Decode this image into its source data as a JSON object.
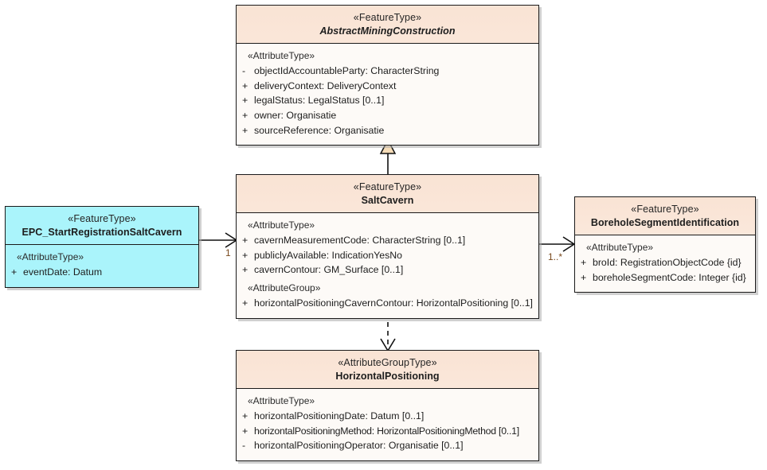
{
  "diagram": {
    "kind": "uml-class-diagram",
    "background": "#ffffff",
    "colors": {
      "class_fill_peach": "#f9e3d4",
      "class_body_fill": "#fdfaf7",
      "class_fill_cyan": "#aaf4fb",
      "border": "#1a1a1a",
      "multiplicity_text": "#7a4a1e",
      "generalization_fill": "#f5dcb8"
    }
  },
  "classes": {
    "abstract_mining_construction": {
      "stereotype": "«FeatureType»",
      "name": "AbstractMiningConstruction",
      "abstract": true,
      "groups": [
        {
          "label": "«AttributeType»",
          "attributes": [
            {
              "vis": "-",
              "sig": "objectIdAccountableParty: CharacterString"
            },
            {
              "vis": "+",
              "sig": "deliveryContext: DeliveryContext"
            },
            {
              "vis": "+",
              "sig": "legalStatus: LegalStatus [0..1]"
            },
            {
              "vis": "+",
              "sig": "owner: Organisatie"
            },
            {
              "vis": "+",
              "sig": "sourceReference: Organisatie"
            }
          ]
        }
      ]
    },
    "salt_cavern": {
      "stereotype": "«FeatureType»",
      "name": "SaltCavern",
      "abstract": false,
      "groups": [
        {
          "label": "«AttributeType»",
          "attributes": [
            {
              "vis": "+",
              "sig": "cavernMeasurementCode: CharacterString [0..1]"
            },
            {
              "vis": "+",
              "sig": "publiclyAvailable: IndicationYesNo"
            },
            {
              "vis": "+",
              "sig": "cavernContour: GM_Surface [0..1]"
            }
          ]
        },
        {
          "label": "«AttributeGroup»",
          "attributes": [
            {
              "vis": "+",
              "sig": "horizontalPositioningCavernContour: HorizontalPositioning [0..1]"
            }
          ]
        }
      ]
    },
    "epc_start_registration_salt_cavern": {
      "stereotype": "«FeatureType»",
      "name": "EPC_StartRegistrationSaltCavern",
      "abstract": false,
      "groups": [
        {
          "label": "«AttributeType»",
          "attributes": [
            {
              "vis": "+",
              "sig": "eventDate: Datum"
            }
          ]
        }
      ]
    },
    "borehole_segment_identification": {
      "stereotype": "«FeatureType»",
      "name": "BoreholeSegmentIdentification",
      "abstract": false,
      "groups": [
        {
          "label": "«AttributeType»",
          "attributes": [
            {
              "vis": "+",
              "sig": "broId: RegistrationObjectCode {id}"
            },
            {
              "vis": "+",
              "sig": "boreholeSegmentCode: Integer {id}"
            }
          ]
        }
      ]
    },
    "horizontal_positioning": {
      "stereotype": "«AttributeGroupType»",
      "name": "HorizontalPositioning",
      "abstract": false,
      "groups": [
        {
          "label": "«AttributeType»",
          "attributes": [
            {
              "vis": "+",
              "sig": "horizontalPositioningDate: Datum [0..1]"
            },
            {
              "vis": "+",
              "sig": "horizontalPositioningMethod: HorizontalPositioningMethod [0..1]"
            },
            {
              "vis": "-",
              "sig": "horizontalPositioningOperator: Organisatie [0..1]"
            }
          ]
        }
      ]
    }
  },
  "relationships": {
    "generalization_saltcavern_to_abstract": {
      "type": "generalization",
      "from": "SaltCavern",
      "to": "AbstractMiningConstruction",
      "arrow": "hollow-triangle"
    },
    "association_epc_to_saltcavern": {
      "type": "association",
      "from": "EPC_StartRegistrationSaltCavern",
      "to": "SaltCavern",
      "arrow": "open-arrow",
      "target_multiplicity": "1"
    },
    "association_saltcavern_to_borehole": {
      "type": "association",
      "from": "SaltCavern",
      "to": "BoreholeSegmentIdentification",
      "arrow": "open-arrow",
      "target_multiplicity": "1..*"
    },
    "dependency_saltcavern_to_horizontalpositioning": {
      "type": "dependency",
      "from": "SaltCavern",
      "to": "HorizontalPositioning",
      "arrow": "open-arrow",
      "line": "dashed"
    }
  }
}
